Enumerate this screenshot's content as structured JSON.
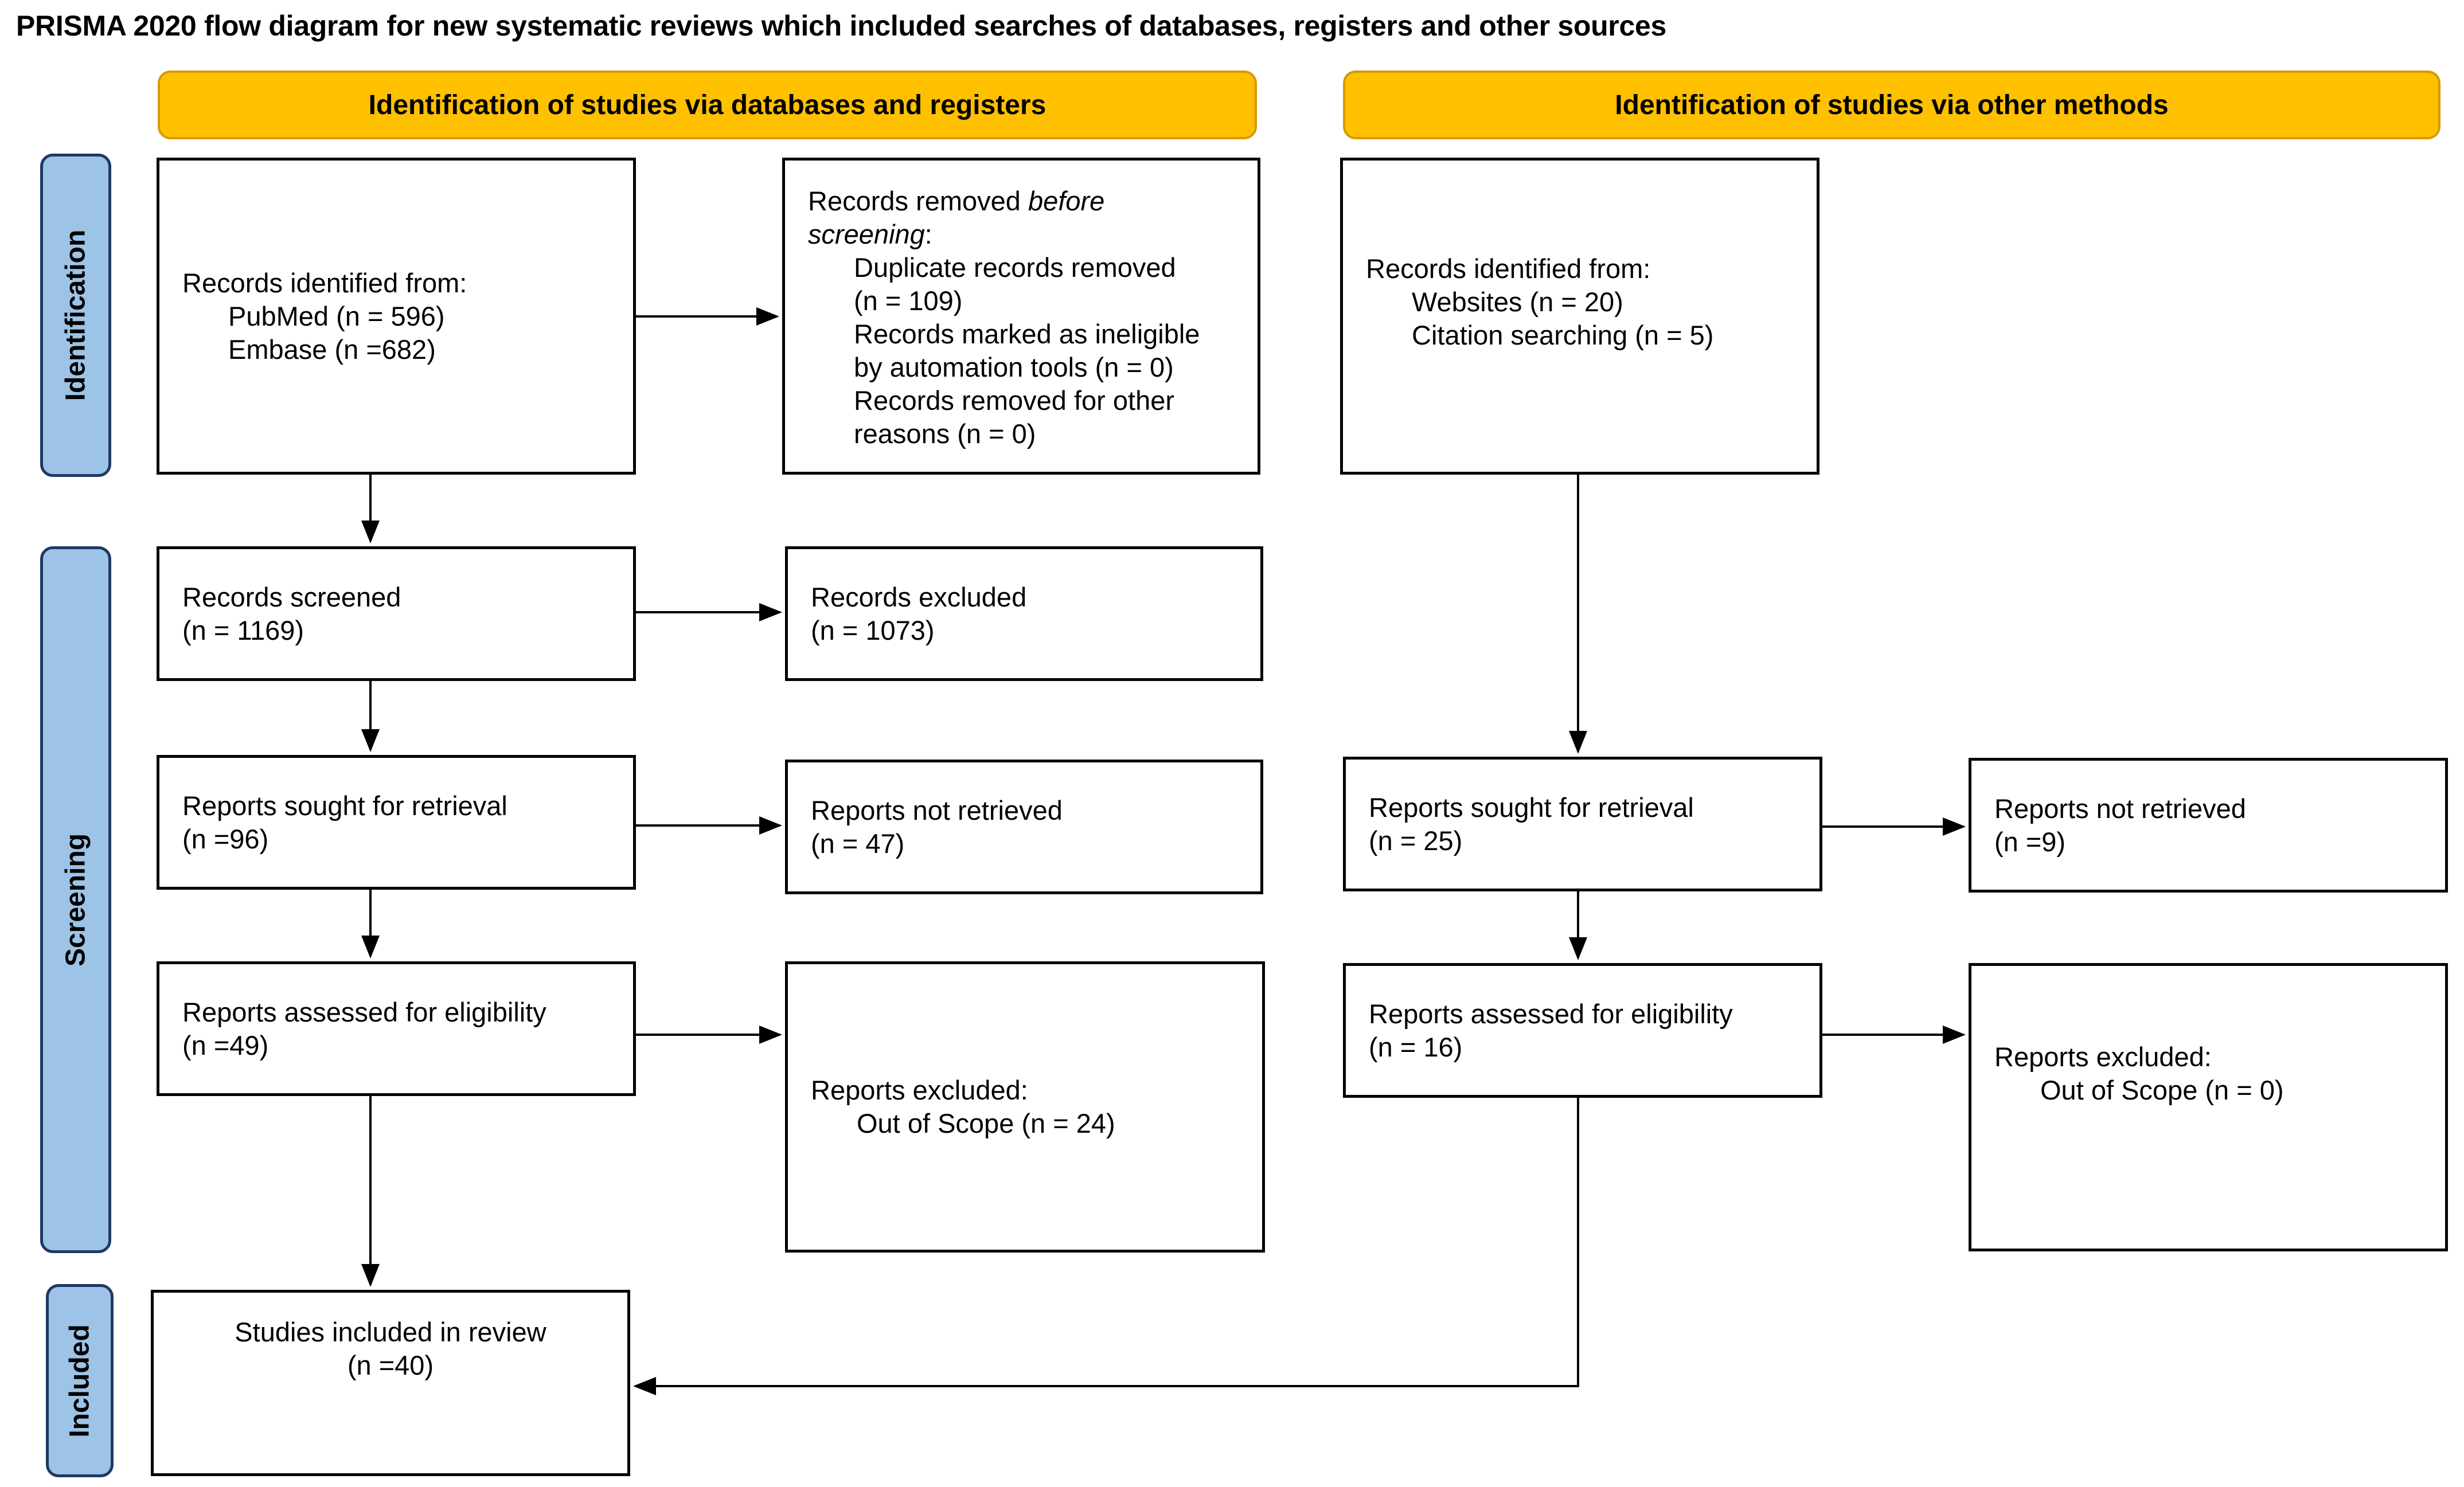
{
  "title": "PRISMA 2020 flow diagram for new systematic reviews which included searches of databases, registers and other sources",
  "headers": {
    "databases": "Identification of studies via databases and registers",
    "other": "Identification of studies via other methods"
  },
  "phases": {
    "identification": "Identification",
    "screening": "Screening",
    "included": "Included"
  },
  "db": {
    "identified": {
      "heading": "Records identified from:",
      "pubmed": "PubMed (n = 596)",
      "embase": "Embase (n =682)"
    },
    "removed": {
      "heading_pre": "Records removed ",
      "heading_em1": "before",
      "heading_em2": "screening",
      "heading_post": ":",
      "dup_1": "Duplicate records removed",
      "dup_2": "(n = 109)",
      "auto_1": "Records marked as ineligible",
      "auto_2": "by automation tools (n = 0)",
      "other_1": "Records removed for other",
      "other_2": "reasons (n = 0)"
    },
    "screened": {
      "label": "Records screened",
      "n": "(n = 1169)"
    },
    "excluded": {
      "label": "Records excluded",
      "n": "(n = 1073)"
    },
    "sought": {
      "label": "Reports sought for retrieval",
      "n": "(n =96)"
    },
    "not_retrieved": {
      "label": "Reports not retrieved",
      "n": "(n = 47)"
    },
    "assessed": {
      "label": "Reports assessed for eligibility",
      "n": "(n =49)"
    },
    "reports_excluded": {
      "label": "Reports excluded:",
      "reason": "Out of Scope (n = 24)"
    }
  },
  "other": {
    "identified": {
      "heading": "Records identified from:",
      "websites": "Websites (n = 20)",
      "citation": "Citation searching (n = 5)"
    },
    "sought": {
      "label": "Reports sought for retrieval",
      "n": "(n = 25)"
    },
    "not_retrieved": {
      "label": "Reports not retrieved",
      "n": "(n =9)"
    },
    "assessed": {
      "label": "Reports assessed for eligibility",
      "n": "(n = 16)"
    },
    "reports_excluded": {
      "label": "Reports excluded:",
      "reason": "Out of Scope (n = 0)"
    }
  },
  "included": {
    "label": "Studies included in review",
    "n": "(n =40)"
  },
  "colors": {
    "header_fill": "#ffc000",
    "header_border": "#d49a00",
    "phase_fill": "#9dc3e6",
    "phase_border": "#1f3864",
    "box_border": "#000000"
  }
}
